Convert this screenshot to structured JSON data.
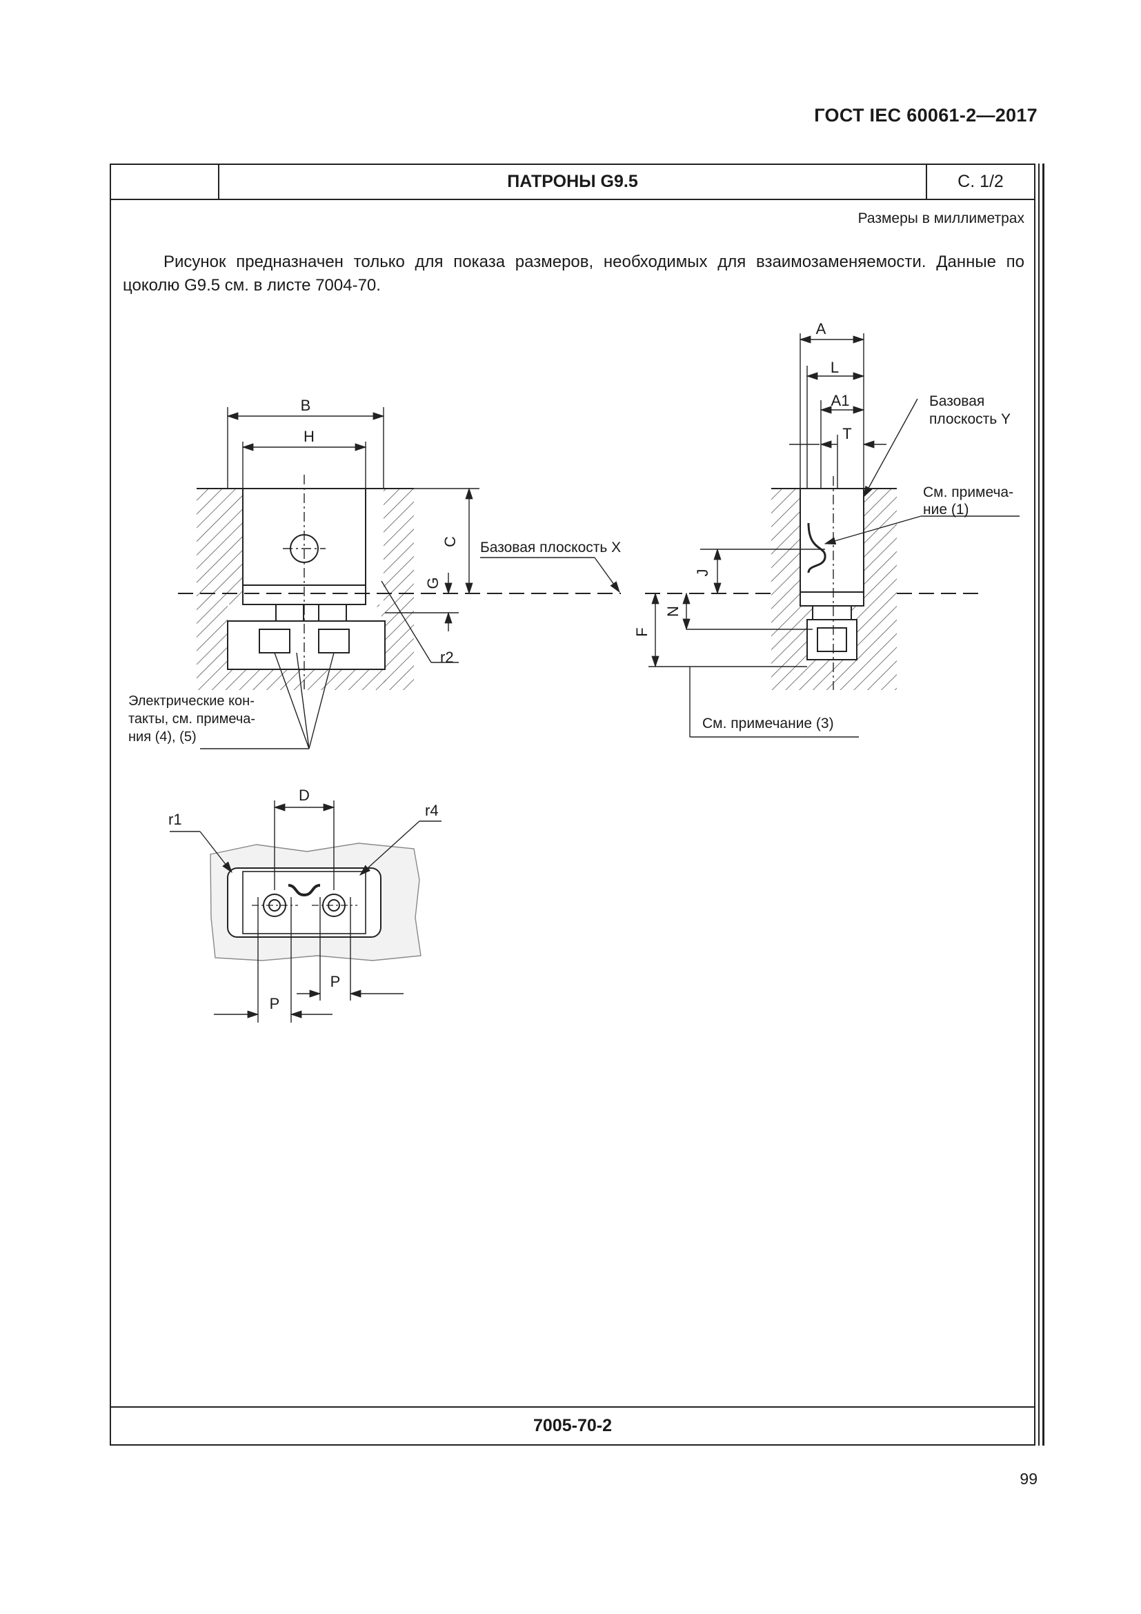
{
  "header": {
    "standard": "ГОСТ IEC 60061-2—2017"
  },
  "sheet": {
    "title": "ПАТРОНЫ G9.5",
    "page_ref": "С. 1/2",
    "units_note": "Размеры в миллиметрах",
    "description": "Рисунок предназначен только для показа размеров, необходимых для взаимозаменяемости. Данные по цоколю G9.5 см. в листе 7004-70.",
    "sheet_number": "7005-70-2"
  },
  "drawing": {
    "front": {
      "dim_B": "B",
      "dim_H": "H",
      "dim_C": "C",
      "dim_G": "G",
      "radius_r2": "r2"
    },
    "base_plane_x": "Базовая плоскость X",
    "side": {
      "dim_A": "A",
      "dim_L": "L",
      "dim_A1": "A1",
      "dim_T": "T",
      "dim_J": "J",
      "dim_N": "N",
      "dim_F": "F"
    },
    "base_plane_y_line1": "Базовая",
    "base_plane_y_line2": "плоскость Y",
    "note1_line1": "См. примеча-",
    "note1_line2": "ние (1)",
    "note3": "См. примечание (3)",
    "contacts_line1": "Электрические кон-",
    "contacts_line2": "такты, см. примеча-",
    "contacts_line3": "ния (4), (5)",
    "bottom": {
      "dim_D": "D",
      "dim_P1": "P",
      "dim_P2": "P",
      "radius_r1": "r1",
      "radius_r4": "r4"
    }
  },
  "page_number": "99"
}
